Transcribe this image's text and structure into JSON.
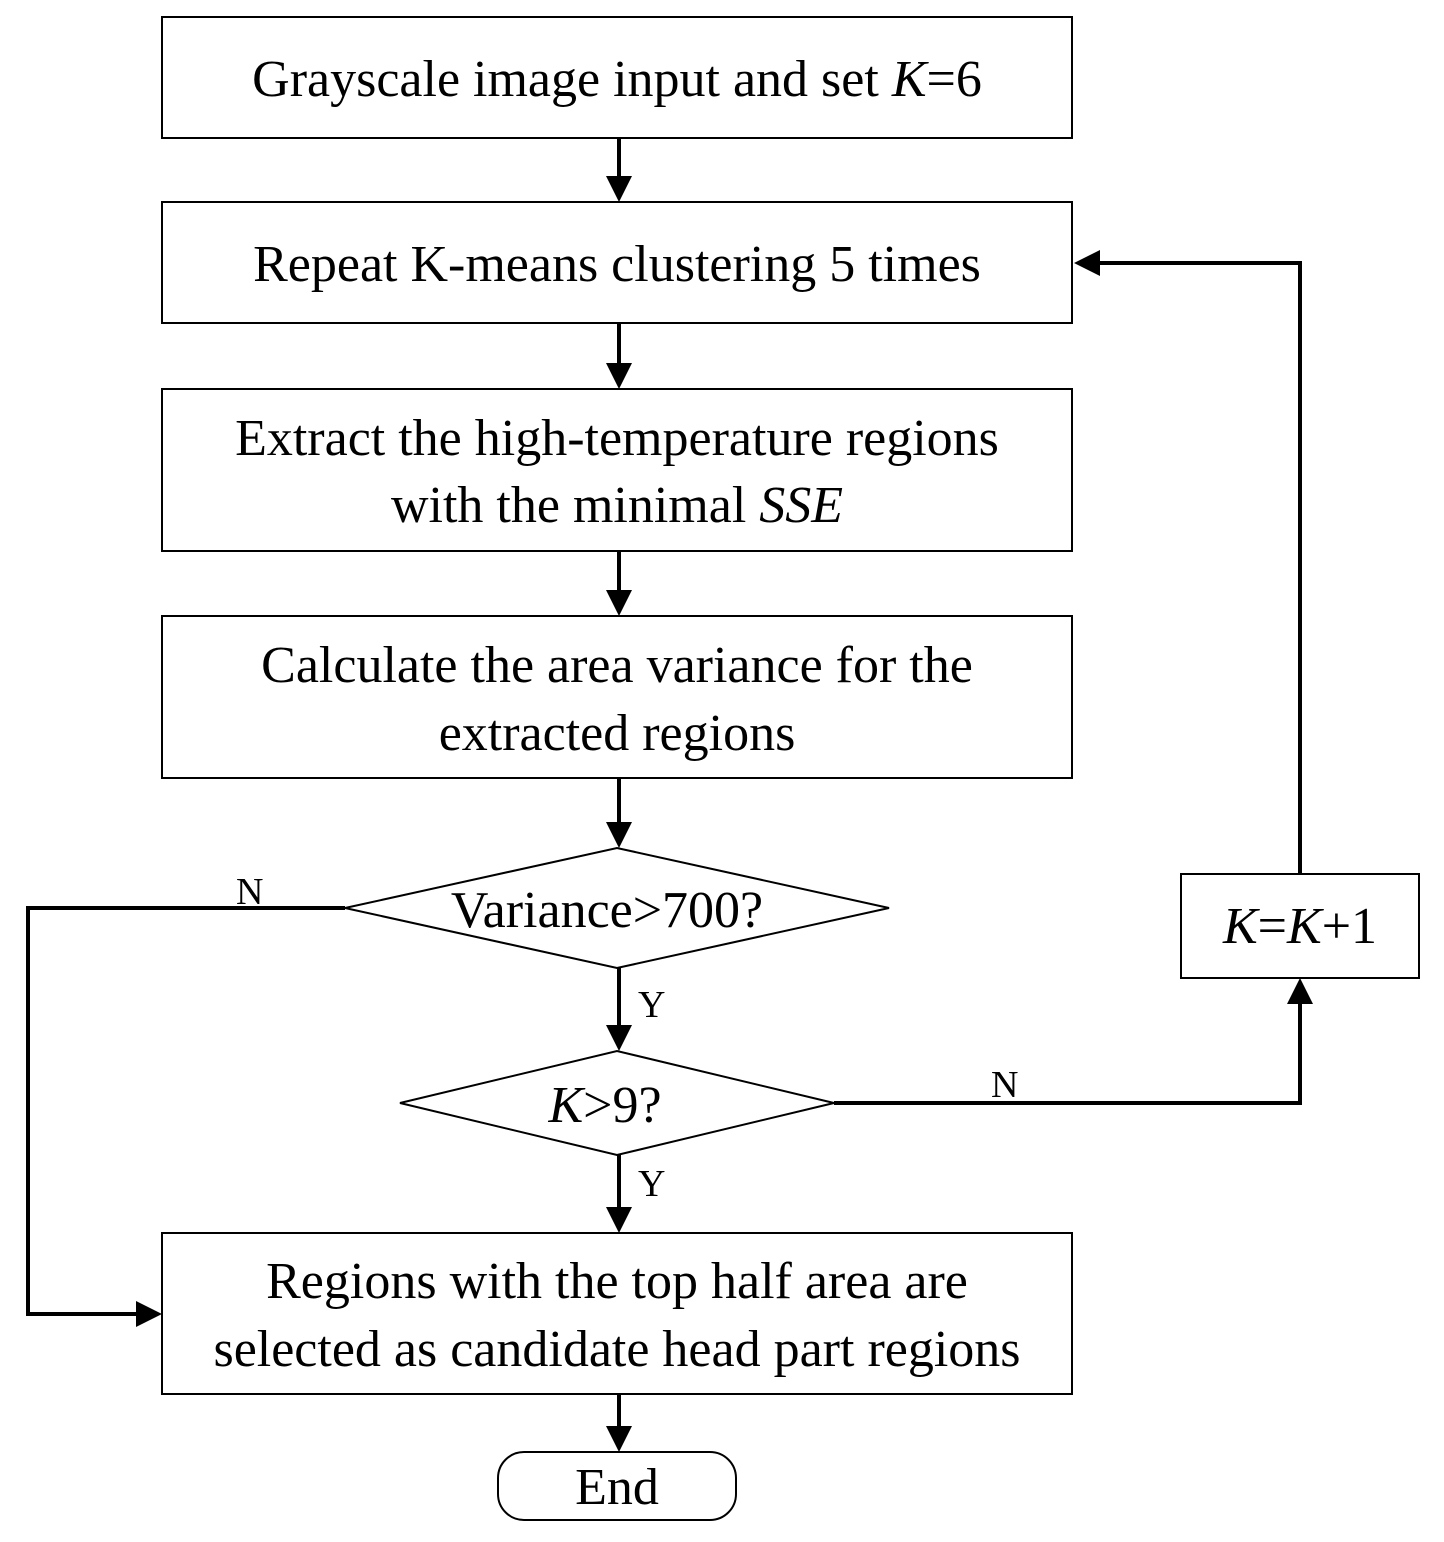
{
  "diagram": {
    "nodes": {
      "start": {
        "text_a": "Grayscale image input and set ",
        "text_b": "K",
        "text_c": "=6"
      },
      "repeat": {
        "text": "Repeat K-means clustering 5 times"
      },
      "extract": {
        "line1": "Extract the high-temperature regions",
        "line2_a": "with the minimal ",
        "line2_b": "SSE"
      },
      "calculate": {
        "line1": "Calculate the area variance for the",
        "line2": "extracted regions"
      },
      "variance_decision": {
        "text": "Variance>700?"
      },
      "k_decision": {
        "text_a": "K",
        "text_b": ">9?"
      },
      "increment": {
        "text_a": "K",
        "text_b": "=",
        "text_c": "K",
        "text_d": "+1"
      },
      "select": {
        "line1": "Regions with the top half area are",
        "line2": "selected as candidate head part regions"
      },
      "end": {
        "text": "End"
      }
    },
    "edge_labels": {
      "variance_no": "N",
      "variance_yes": "Y",
      "k_no": "N",
      "k_yes": "Y"
    }
  }
}
